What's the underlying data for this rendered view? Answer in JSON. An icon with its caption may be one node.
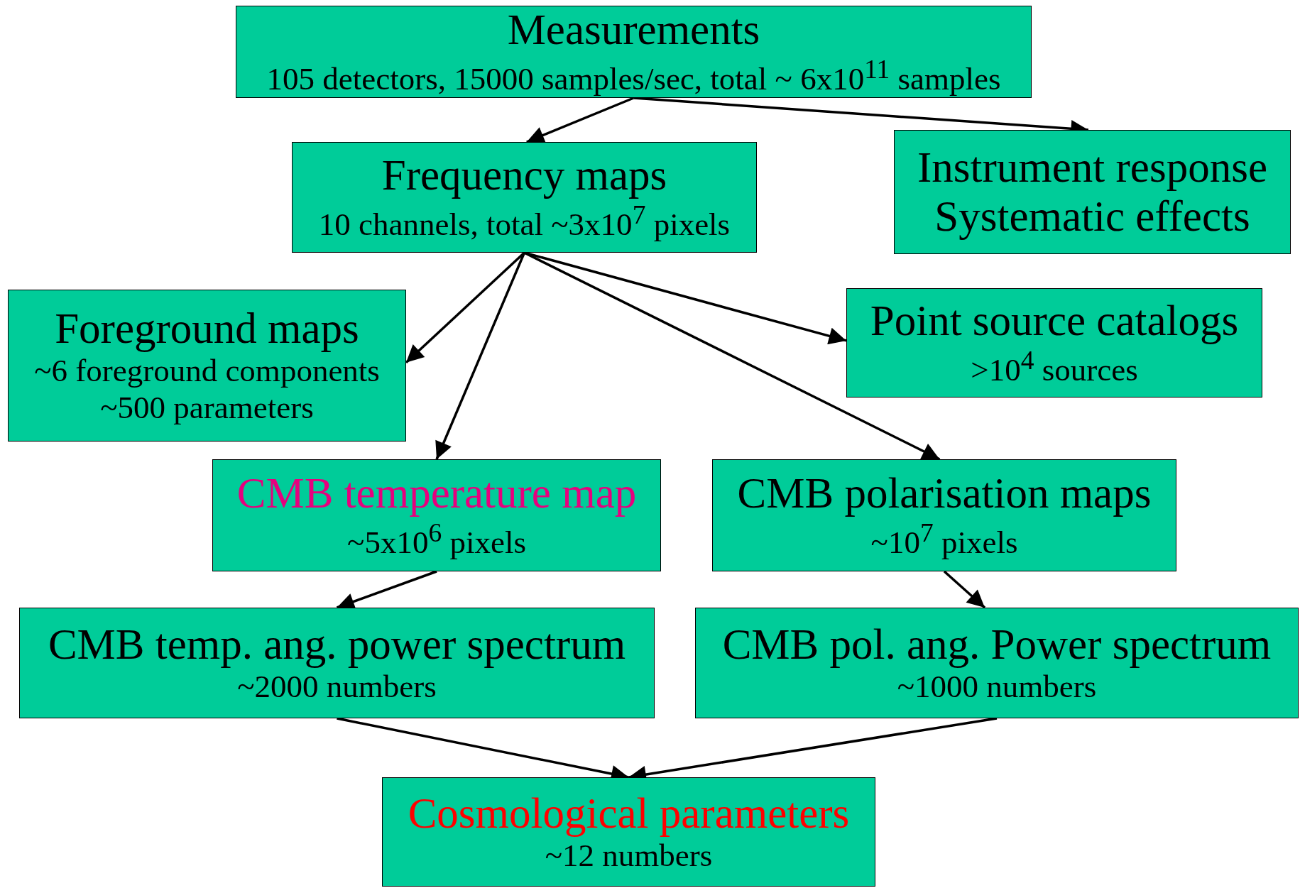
{
  "diagram": {
    "nodes": [
      {
        "text": [
          "Measurements",
          "105 detectors, 15000 samples/sec, total ~ 6x10$^{11}$ samples"
        ]
      },
      {
        "text": [
          "Frequency maps",
          "10 channels, total ~3x10$^{7}$ pixels"
        ]
      },
      {
        "text": [
          "Instrument response Systematic effects"
        ]
      },
      {
        "text": [
          "Foreground maps",
          "~6 foreground components ~500 parameters"
        ]
      },
      {
        "text": [
          "Point source catalogs",
          ">10$^{4}$ sources"
        ]
      },
      {
        "text": [
          "CMB temperature map",
          "~5x10$^{6}$ pixels"
        ]
      },
      {
        "text": [
          "CMB polarisation maps",
          "~10$^{7}$ pixels"
        ]
      },
      {
        "text": [
          "CMB temp. ang. power spectrum",
          "~2000 numbers"
        ]
      },
      {
        "text": [
          "CMB pol. ang. Power spectrum",
          "~1000 numbers"
        ]
      },
      {
        "text": [
          "Cosmological parameters",
          "~12 numbers"
        ]
      }
    ],
    "edges": [
      {
        "from": 0,
        "to": 1,
        "arrow": "to"
      },
      {
        "from": 0,
        "to": 2,
        "arrow": "to"
      },
      {
        "from": 1,
        "to": 3,
        "arrow": "to"
      },
      {
        "from": 1,
        "to": 5,
        "arrow": "to"
      },
      {
        "from": 1,
        "to": 6,
        "arrow": "to"
      },
      {
        "from": 1,
        "to": 4,
        "arrow": "to"
      },
      {
        "from": 5,
        "to": 7,
        "arrow": "to"
      },
      {
        "from": 6,
        "to": 8,
        "arrow": "to"
      },
      {
        "from": 7,
        "to": 9,
        "arrow": "to"
      },
      {
        "from": 8,
        "to": 9,
        "arrow": "to"
      }
    ]
  }
}
